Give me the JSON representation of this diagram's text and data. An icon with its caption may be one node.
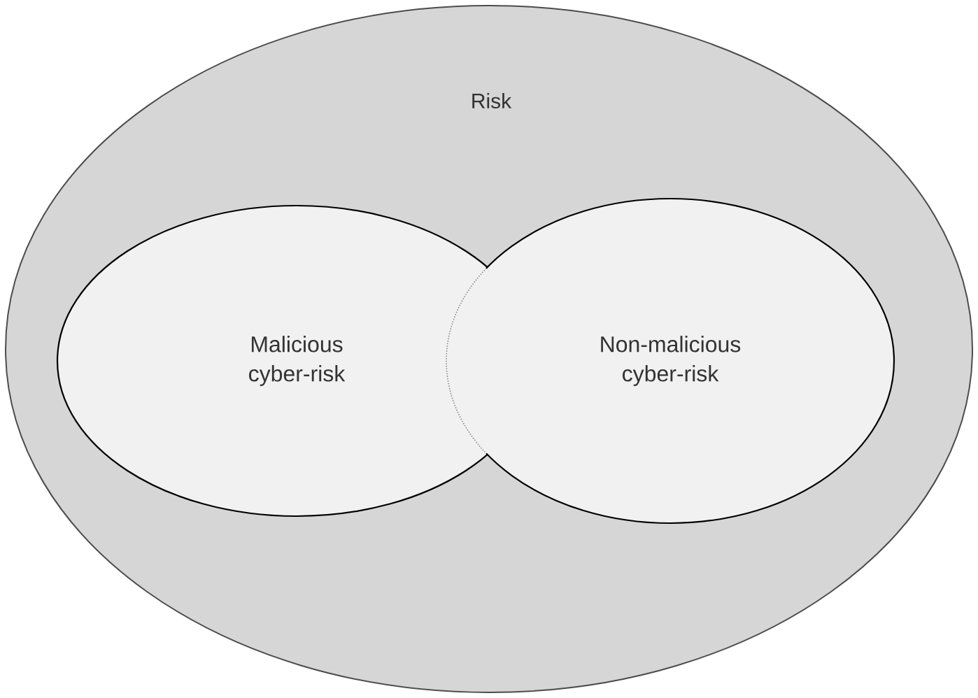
{
  "diagram": {
    "nodes": [
      {
        "text": [
          "Risk"
        ]
      },
      {
        "text": [
          "Malicious cyber-risk"
        ],
        "in": 0
      },
      {
        "text": [
          "Non-malicious cyber-risk"
        ],
        "in": 0
      }
    ]
  }
}
